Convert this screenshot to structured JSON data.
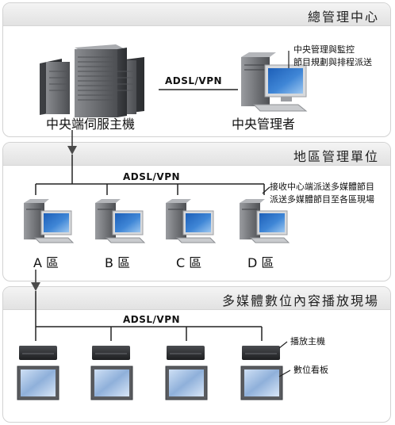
{
  "sections": {
    "top": {
      "title": "總管理中心"
    },
    "middle": {
      "title": "地區管理單位"
    },
    "bottom": {
      "title": "多媒體數位內容播放現場"
    }
  },
  "top": {
    "server_label": "中央端伺服主機",
    "manager_label": "中央管理者",
    "link_label": "ADSL/VPN",
    "note_lines": [
      "中央管理與監控",
      "節目規劃與排程派送"
    ]
  },
  "middle": {
    "link_label": "ADSL/VPN",
    "note_lines": [
      "接收中心端派送多媒體節目",
      "派送多媒體節目至各區現場"
    ],
    "areas": [
      {
        "letter": "A",
        "label": "區"
      },
      {
        "letter": "B",
        "label": "區"
      },
      {
        "letter": "C",
        "label": "區"
      },
      {
        "letter": "D",
        "label": "區"
      }
    ]
  },
  "bottom": {
    "link_label": "ADSL/VPN",
    "player_label": "播放主機",
    "signage_label": "數位看板"
  },
  "colors": {
    "panel_border": "#d2d2d2",
    "panel_header": "#e6e6e6",
    "server": "#6d6f73",
    "screen": "#3f86d6"
  }
}
